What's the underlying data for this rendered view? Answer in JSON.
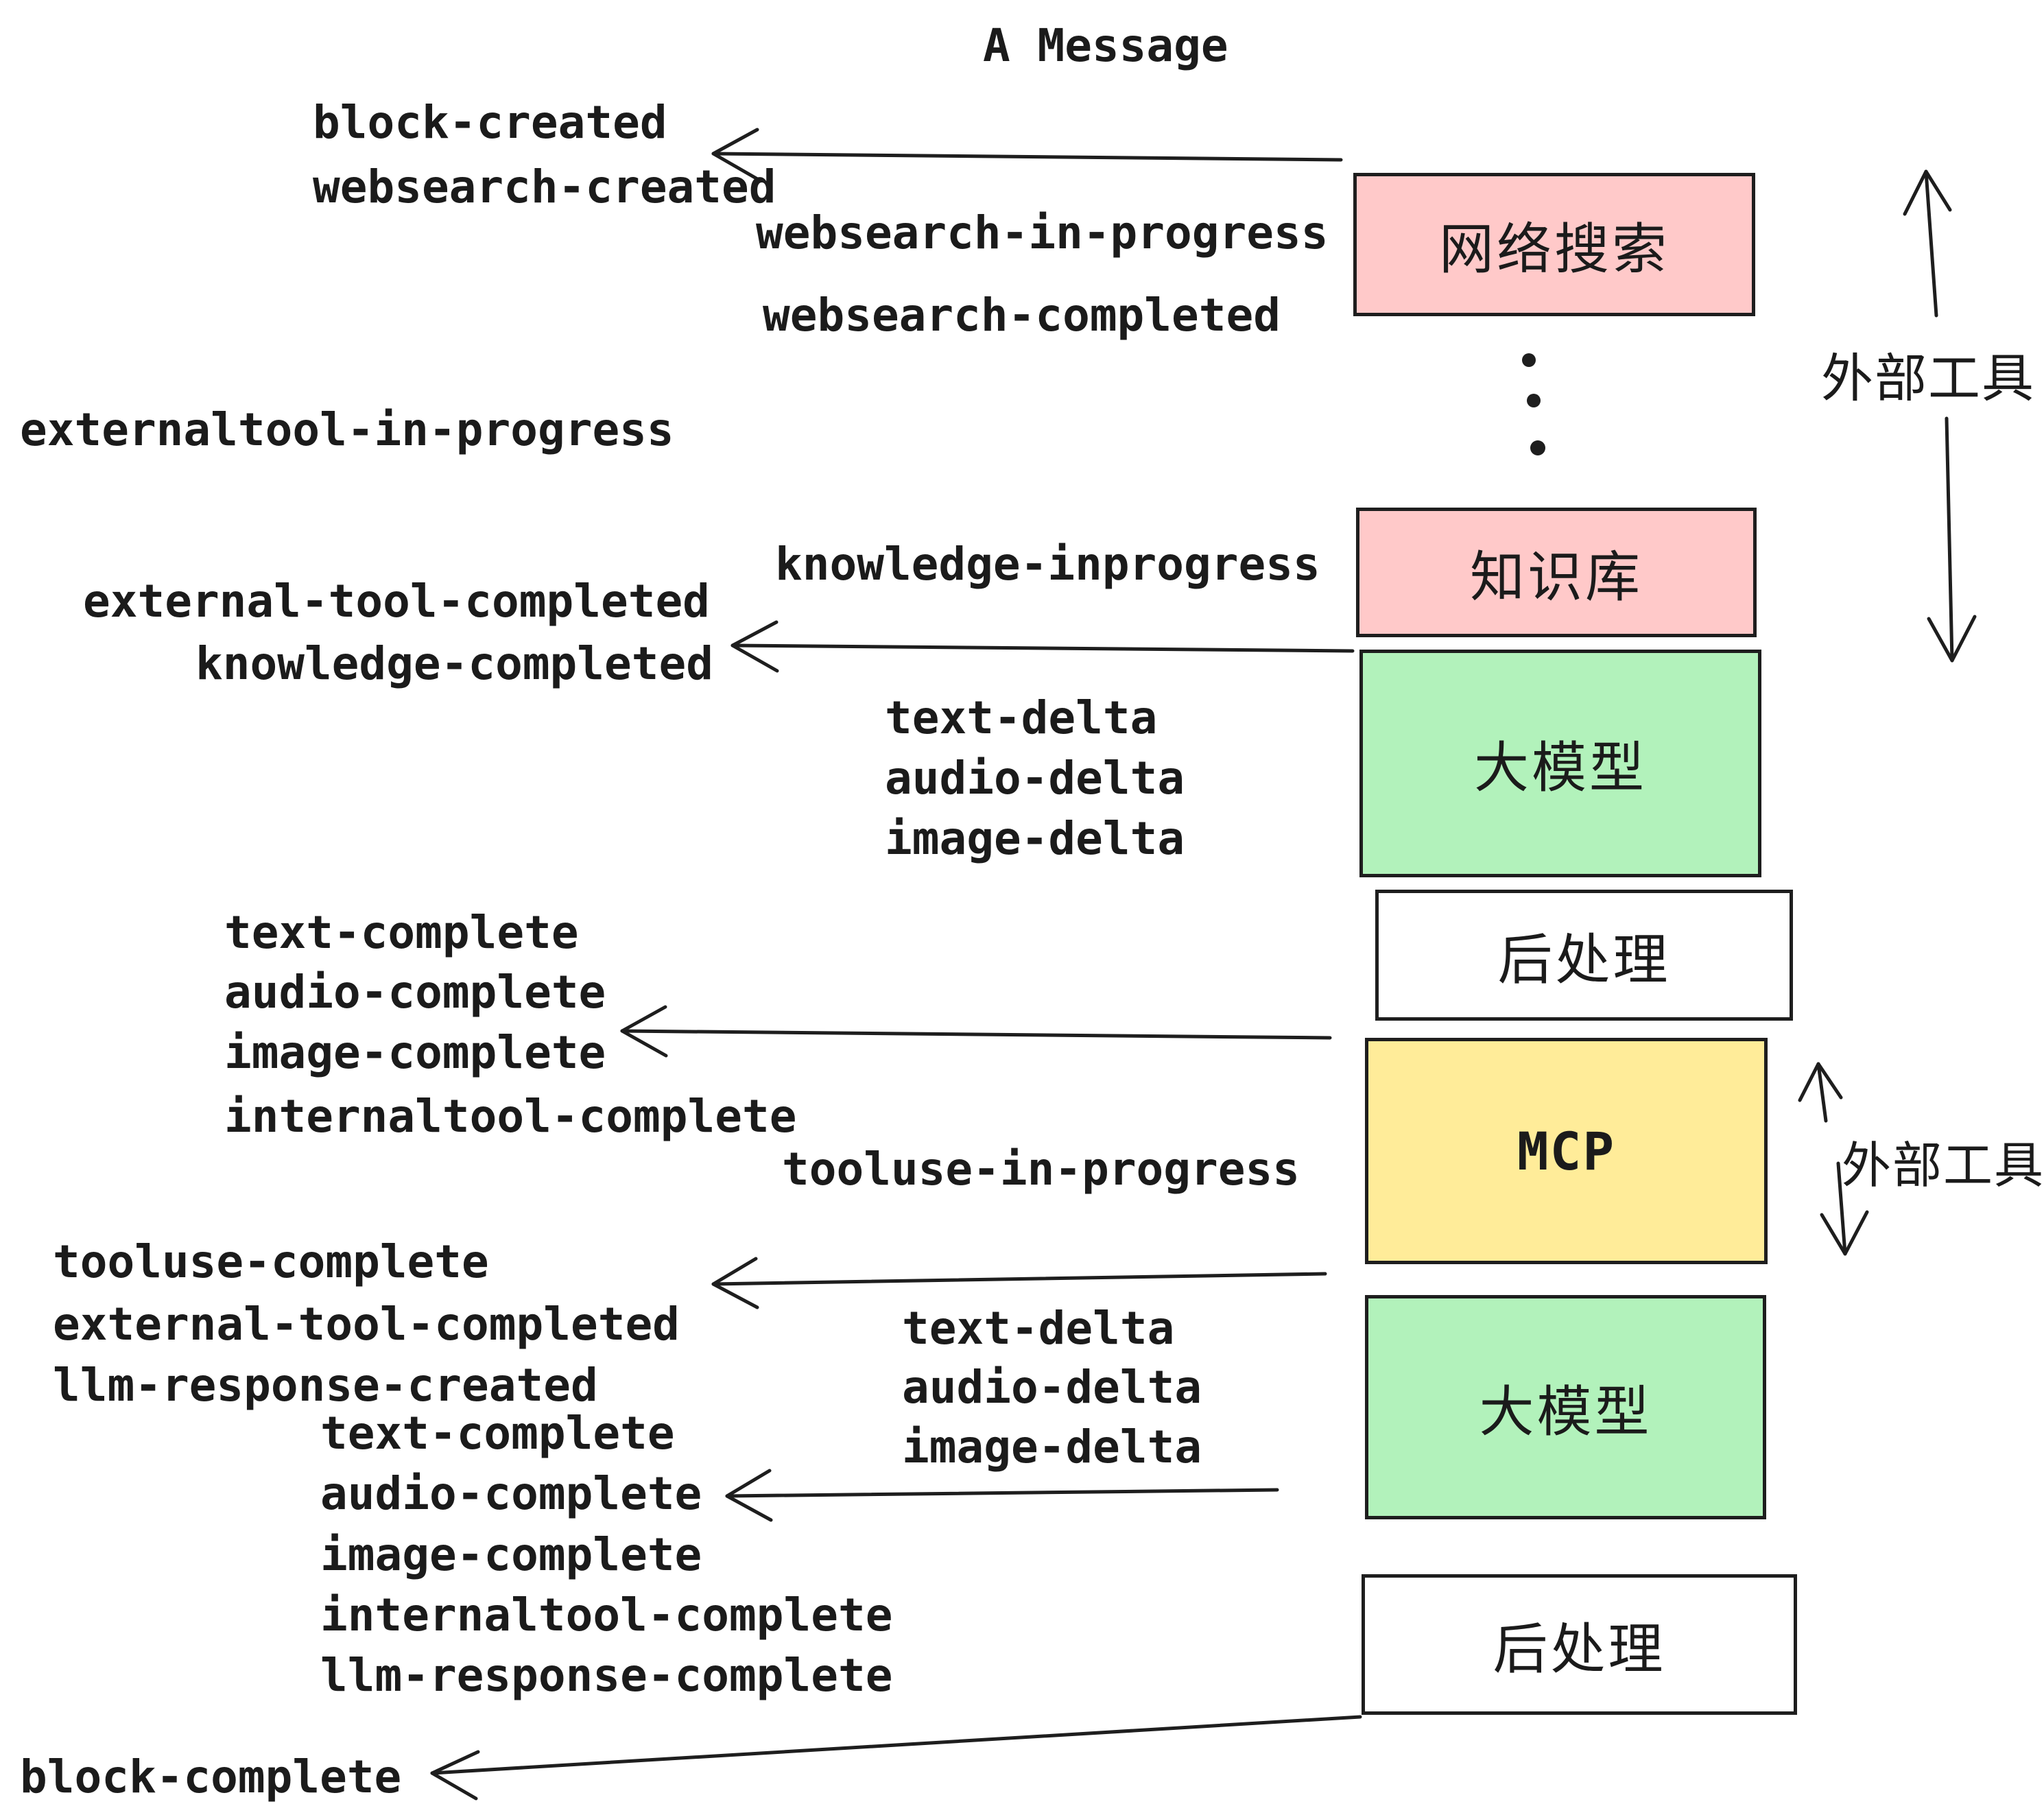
{
  "title": "A Message",
  "events": [
    {
      "text": "block-created"
    },
    {
      "text": "websearch-created"
    },
    {
      "text": "websearch-in-progress"
    },
    {
      "text": "websearch-completed"
    },
    {
      "text": "externaltool-in-progress"
    },
    {
      "text": "knowledge-inprogress"
    },
    {
      "text": "external-tool-completed"
    },
    {
      "text": "knowledge-completed"
    },
    {
      "text": "text-delta"
    },
    {
      "text": "audio-delta"
    },
    {
      "text": "image-delta"
    },
    {
      "text": "text-complete"
    },
    {
      "text": "audio-complete"
    },
    {
      "text": "image-complete"
    },
    {
      "text": "internaltool-complete"
    },
    {
      "text": "tooluse-in-progress"
    },
    {
      "text": "tooluse-complete"
    },
    {
      "text": "external-tool-completed"
    },
    {
      "text": "llm-response-created"
    },
    {
      "text": "text-delta"
    },
    {
      "text": "audio-delta"
    },
    {
      "text": "image-delta"
    },
    {
      "text": "text-complete"
    },
    {
      "text": "audio-complete"
    },
    {
      "text": "image-complete"
    },
    {
      "text": "internaltool-complete"
    },
    {
      "text": "llm-response-complete"
    },
    {
      "text": "block-complete"
    }
  ],
  "boxes": {
    "websearch": {
      "label": "网络搜索"
    },
    "knowledge": {
      "label": "知识库"
    },
    "llm1": {
      "label": "大模型"
    },
    "post1": {
      "label": "后处理"
    },
    "mcp": {
      "label": "MCP"
    },
    "llm2": {
      "label": "大模型"
    },
    "post2": {
      "label": "后处理"
    }
  },
  "side_labels": [
    {
      "text": "外部工具"
    },
    {
      "text": "外部工具"
    }
  ],
  "icons": {
    "ellipsis": "vertical-ellipsis-dots",
    "arrows": "left-arrow, up-arrow, down-arrow"
  },
  "colors": {
    "pink": "#ffc9c9",
    "green": "#b2f2bb",
    "yellow": "#ffec99",
    "stroke": "#1e1e1e",
    "background": "#ffffff",
    "text": "#1b1b1b"
  }
}
